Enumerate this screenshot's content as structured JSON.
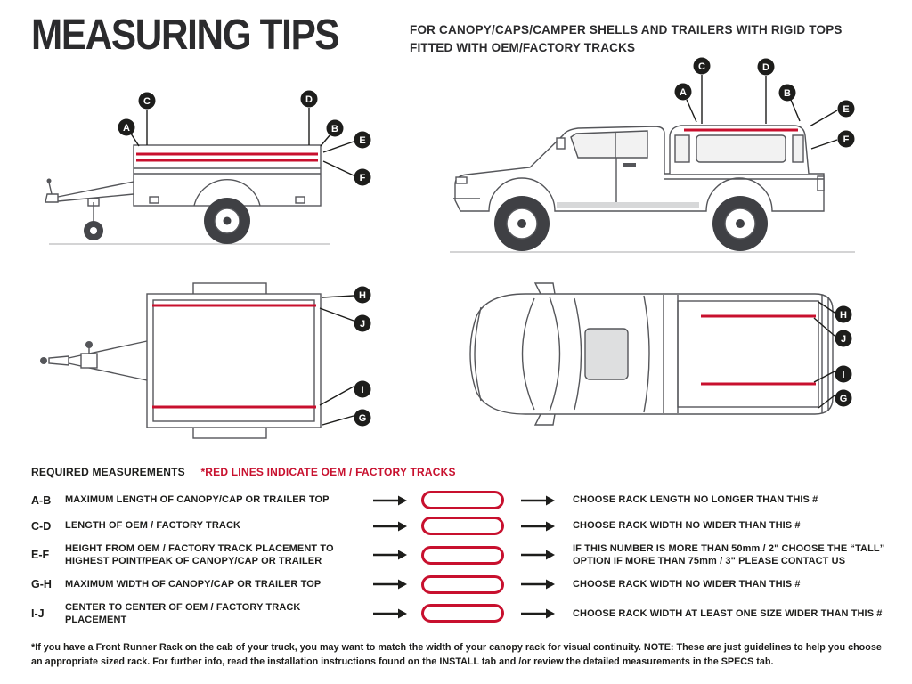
{
  "page": {
    "title": "MEASURING TIPS",
    "subtitle_line1": "FOR CANOPY/CAPS/CAMPER SHELLS AND TRAILERS WITH RIGID TOPS",
    "subtitle_line2": "FITTED WITH OEM/FACTORY TRACKS"
  },
  "colors": {
    "track_red": "#C8102E",
    "ink": "#1D1D1B",
    "line_gray": "#55565A"
  },
  "callout_letters": {
    "a": "A",
    "b": "B",
    "c": "C",
    "d": "D",
    "e": "E",
    "f": "F",
    "g": "G",
    "h": "H",
    "i": "I",
    "j": "J"
  },
  "legend": {
    "required": "REQUIRED MEASUREMENTS",
    "red_note": "*RED LINES INDICATE OEM / FACTORY TRACKS"
  },
  "measurements": [
    {
      "range": "A-B",
      "desc": "MAXIMUM  LENGTH OF CANOPY/CAP OR TRAILER TOP",
      "result": "CHOOSE RACK LENGTH NO LONGER THAN THIS #"
    },
    {
      "range": "C-D",
      "desc": "LENGTH OF OEM / FACTORY TRACK",
      "result": "CHOOSE RACK WIDTH NO WIDER THAN THIS #"
    },
    {
      "range": "E-F",
      "desc": "HEIGHT FROM OEM / FACTORY TRACK PLACEMENT TO HIGHEST POINT/PEAK OF CANOPY/CAP OR TRAILER",
      "result": "IF THIS NUMBER IS MORE THAN 50mm / 2\" CHOOSE THE “TALL” OPTION IF MORE THAN 75mm / 3\" PLEASE CONTACT US"
    },
    {
      "range": "G-H",
      "desc": "MAXIMUM  WIDTH OF CANOPY/CAP OR TRAILER TOP",
      "result": "CHOOSE RACK WIDTH NO WIDER THAN THIS #"
    },
    {
      "range": "I-J",
      "desc": "CENTER TO CENTER OF OEM / FACTORY TRACK PLACEMENT",
      "result": "CHOOSE RACK WIDTH AT LEAST ONE SIZE WIDER THAN THIS #"
    }
  ],
  "footer": {
    "text": "*If you have a Front Runner Rack on the cab of your truck, you may want to match the width of your canopy rack for visual continuity. NOTE: These are just guidelines to help you choose an appropriate sized rack. For further info, read the installation instructions found on the INSTALL tab and /or review the detailed measurements in the SPECS tab."
  }
}
